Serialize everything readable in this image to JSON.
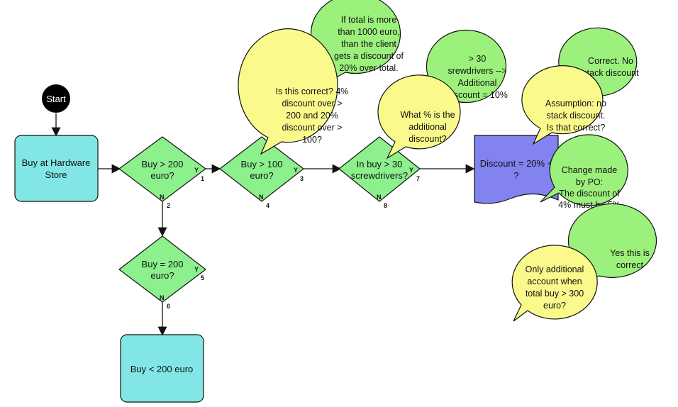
{
  "diagram": {
    "start": "Start",
    "buy_hardware": [
      "Buy at Hardware",
      "Store"
    ],
    "buy_less_200": "Buy < 200 euro",
    "discount_result": [
      "Discount = 20% +",
      "?"
    ],
    "decisions": {
      "d1": {
        "lines": [
          "Buy > 200",
          "euro?"
        ],
        "yes": "Y",
        "no": "N",
        "num_yes": "1",
        "num_no": "2"
      },
      "d2": {
        "lines": [
          "Buy > 100",
          "euro?"
        ],
        "yes": "Y",
        "no": "N",
        "num_yes": "3",
        "num_no": "4"
      },
      "d3": {
        "lines": [
          "In buy > 30",
          "screwdrivers?"
        ],
        "yes": "Y",
        "no": "N",
        "num_yes": "7",
        "num_no": "8"
      },
      "d4": {
        "lines": [
          "Buy = 200",
          "euro?"
        ],
        "yes": "Y",
        "no": "N",
        "num_yes": "5",
        "num_no": "6"
      }
    }
  },
  "notes": {
    "q_four_percent": [
      "Is this correct? 4%",
      "discount over >",
      "200 and 20%",
      "discount over >",
      "100?"
    ],
    "a_thousand": [
      "If total is more",
      "than 1000 euro,",
      "than the client",
      "gets a discount of",
      "20% over total."
    ],
    "q_additional": [
      "What % is the",
      "additional",
      "discount?"
    ],
    "a_screwdrivers": [
      "> 30",
      "srewdrivers -->",
      "Additional",
      "discount = 10%"
    ],
    "q_stack": [
      "Assumption: no",
      "stack discount.",
      "Is that correct?"
    ],
    "a_no_stack": [
      "Correct. No",
      "stack discount"
    ],
    "po_change": [
      "Change made",
      "by PO:",
      "The discount of",
      "4% must be 5%"
    ],
    "q_only_additional": [
      "Only additional",
      "account when",
      "total buy > 300",
      "euro?"
    ],
    "a_yes": [
      "Yes this is",
      "correct"
    ]
  },
  "colors": {
    "node_teal": "#82E6E6",
    "decision_green": "#8CF08C",
    "note_yellow": "#FAFA8C",
    "note_green": "#9CF07C",
    "result_blue": "#8282F0",
    "start_black": "#000000"
  }
}
